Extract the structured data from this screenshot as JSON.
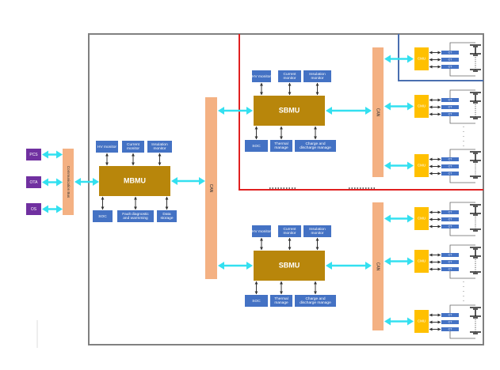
{
  "colors": {
    "blue_box": "#4472c4",
    "purple_box": "#7030a0",
    "bmu_box": "#b8860b",
    "cmu_box": "#ffc000",
    "bus": "#f4b183",
    "arrow": "#33e0f0",
    "frame": "#808080",
    "red_frame": "#e02020",
    "blue_frame": "#4a6fb0"
  },
  "external": [
    {
      "label": "PCS"
    },
    {
      "label": "OTA"
    },
    {
      "label": "OS"
    }
  ],
  "comm_bus": {
    "label": "Communication Bus"
  },
  "mbmu": {
    "label": "MBMU",
    "top": [
      "HV monitor",
      "Current monitor",
      "Insulation monitor"
    ],
    "bottom": [
      "SOC",
      "Fault diagnostic and warmming",
      "Data storage"
    ]
  },
  "can_main": {
    "label": "CAN"
  },
  "sbmu": [
    {
      "label": "SBMU",
      "top": [
        "HV monitor",
        "Current monitor",
        "Insulation monitor"
      ],
      "bottom": [
        "SOC",
        "Thermal manage",
        "Charge and discharge manage"
      ],
      "can_label": "CAN"
    },
    {
      "label": "SBMU",
      "top": [
        "HV monitor",
        "Current monitor",
        "Insulation monitor"
      ],
      "bottom": [
        "SOC",
        "Thermal manage",
        "Charge and discharge manage"
      ],
      "can_label": "CAN"
    }
  ],
  "cmu": {
    "label": "CMU",
    "ct_label": "CT"
  }
}
